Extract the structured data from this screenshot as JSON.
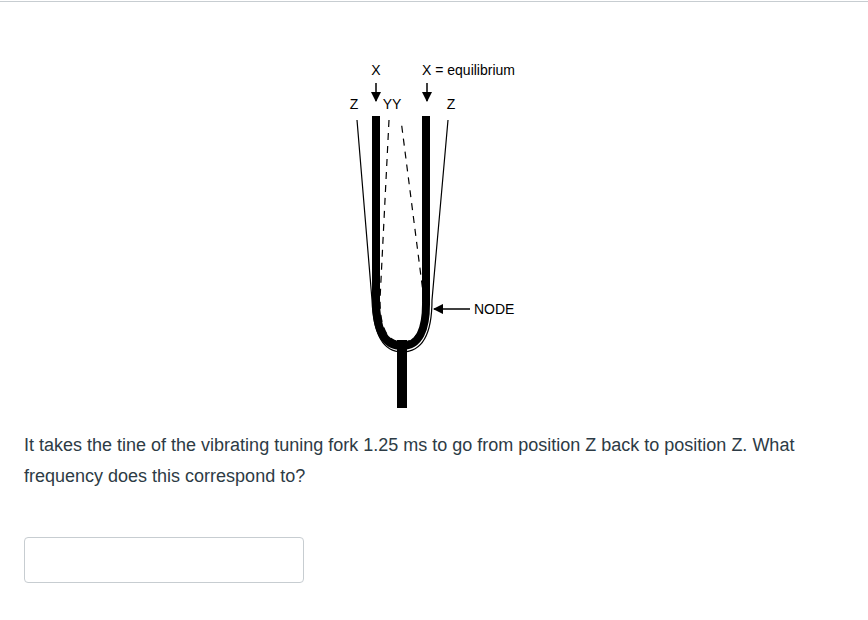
{
  "diagram": {
    "caption": "It takes the tine of the vibrating tuning fork 1.25 ms to go from position Z back to position Z. What frequency does this correspond to?",
    "labels": [
      "X",
      "X = equilibrium",
      "Z",
      "YY",
      "Z",
      "NODE"
    ]
  }
}
